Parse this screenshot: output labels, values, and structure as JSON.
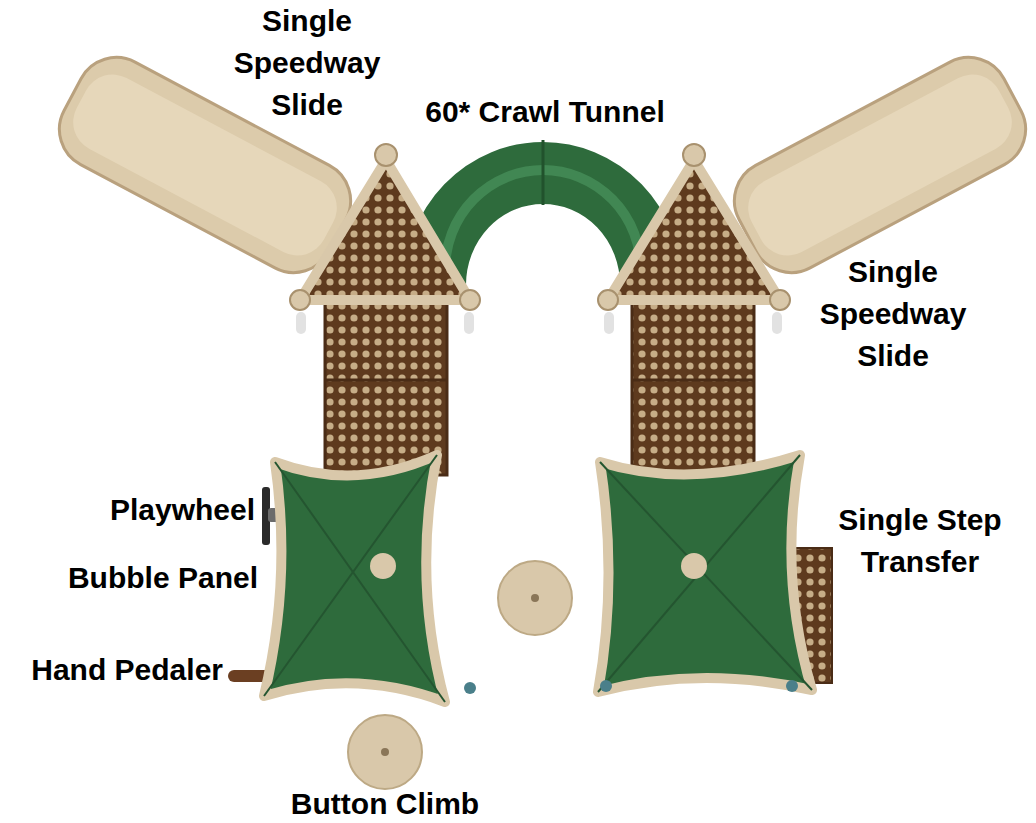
{
  "diagram": {
    "labels": [
      "Single Speedway Slide",
      "60* Crawl Tunnel",
      "Single Speedway Slide",
      "Playwheel",
      "Bubble Panel",
      "Hand Pedaler",
      "Single Step Transfer",
      "Button Climb"
    ]
  }
}
